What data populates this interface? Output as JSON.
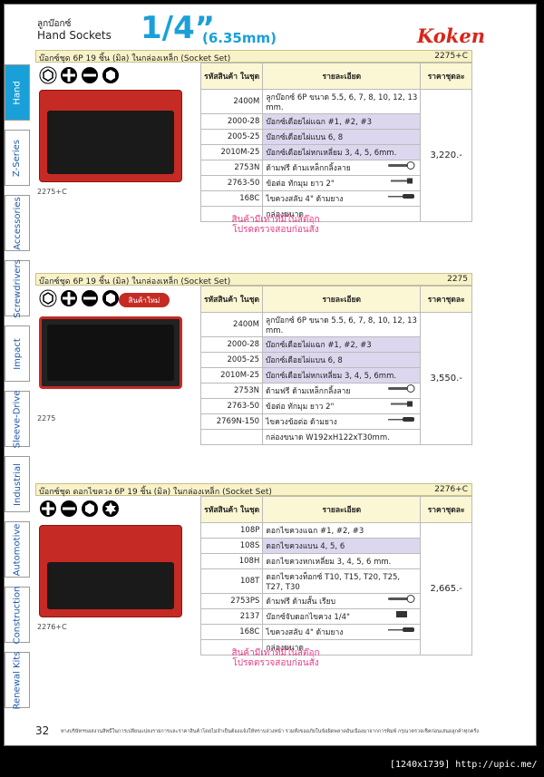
{
  "header": {
    "title_th": "ลูกบ๊อกซ์",
    "title_en": "Hand Sockets",
    "size": "1/4”",
    "size_mm": "(6.35mm)",
    "brand": "Koken"
  },
  "sidebar": {
    "tabs": [
      {
        "label": "Hand",
        "active": true
      },
      {
        "label": "Z-Series"
      },
      {
        "label": "Accessories"
      },
      {
        "label": "Screwdrivers"
      },
      {
        "label": "Impact"
      },
      {
        "label": "Sleeve-Drive"
      },
      {
        "label": "Industrial"
      },
      {
        "label": "Automotive"
      },
      {
        "label": "Construction"
      },
      {
        "label": "Renewal Kits"
      }
    ]
  },
  "table_headers": {
    "code": "รหัสสินค้า ในชุด",
    "desc": "รายละเอียด",
    "price": "ราคาชุดละ"
  },
  "sections": [
    {
      "title": "บ๊อกซ์ชุด 6P 19 ชิ้น (มิล) ในกล่องเหล็ก (Socket Set)",
      "code": "2275+C",
      "photo_label": "2275+C",
      "price": "3,220.-",
      "stock_note": [
        "สินค้ามีเท่าที่มีในสต๊อก",
        "โปรดตรวจสอบก่อนสั่ง"
      ],
      "rows": [
        {
          "code": "2400M",
          "desc": "ลูกบ๊อกซ์ 6P ขนาด 5.5, 6, 7, 8, 10, 12, 13 mm."
        },
        {
          "code": "2000-28",
          "desc": "บ๊อกซ์เดือยไผ่แฉก #1, #2, #3",
          "hl": true
        },
        {
          "code": "2005-25",
          "desc": "บ๊อกซ์เดือยไผ่แบน 6, 8",
          "hl": true
        },
        {
          "code": "2010M-25",
          "desc": "บ๊อกซ์เดือยไผ่หกเหลี่ยม 3, 4, 5, 6mm.",
          "hl": true
        },
        {
          "code": "2753N",
          "desc": "ด้ามฟรี ด้ามเหล็กกลิ้งลาย",
          "icon": "ratchet"
        },
        {
          "code": "2763-50",
          "desc": "ข้อต่อ ทักมุม ยาว 2\"",
          "icon": "extension"
        },
        {
          "code": "168C",
          "desc": "ไขควงสลับ 4\" ด้ามยาง",
          "icon": "screwdriver"
        },
        {
          "code": "",
          "desc": "กล่องขนาด"
        }
      ]
    },
    {
      "title": "บ๊อกซ์ชุด 6P 19 ชิ้น (มิล) ในกล่องเหล็ก (Socket Set)",
      "code": "2275",
      "photo_label": "2275",
      "price": "3,550.-",
      "badge": "สินค้าใหม่",
      "rows": [
        {
          "code": "2400M",
          "desc": "ลูกบ๊อกซ์ 6P ขนาด 5.5, 6, 7, 8, 10, 12, 13 mm."
        },
        {
          "code": "2000-28",
          "desc": "บ๊อกซ์เดือยไผ่แฉก #1, #2, #3",
          "hl": true
        },
        {
          "code": "2005-25",
          "desc": "บ๊อกซ์เดือยไผ่แบน 6, 8",
          "hl": true
        },
        {
          "code": "2010M-25",
          "desc": "บ๊อกซ์เดือยไผ่หกเหลี่ยม 3, 4, 5, 6mm.",
          "hl": true
        },
        {
          "code": "2753N",
          "desc": "ด้ามฟรี ด้ามเหล็กกลิ้งลาย",
          "icon": "ratchet"
        },
        {
          "code": "2763-50",
          "desc": "ข้อต่อ ทักมุม ยาว 2\"",
          "icon": "extension"
        },
        {
          "code": "2769N-150",
          "desc": "ไขควงข้อต่อ ด้ามยาง",
          "icon": "screwdriver"
        },
        {
          "code": "",
          "desc": "กล่องขนาด W192xH122xT30mm."
        }
      ]
    },
    {
      "title": "บ๊อกซ์ชุด ดอกไขควง 6P 19 ชิ้น (มิล) ในกล่องเหล็ก (Socket Set)",
      "code": "2276+C",
      "photo_label": "2276+C",
      "price": "2,665.-",
      "stock_note": [
        "สินค้ามีเท่าที่มีในสต๊อก",
        "โปรดตรวจสอบก่อนสั่ง"
      ],
      "rows": [
        {
          "code": "108P",
          "desc": "ดอกไขควงแฉก #1, #2, #3"
        },
        {
          "code": "108S",
          "desc": "ดอกไขควงแบน 4, 5, 6",
          "hl": true
        },
        {
          "code": "108H",
          "desc": "ดอกไขควงหกเหลี่ยม 3, 4, 5, 6 mm."
        },
        {
          "code": "108T",
          "desc": "ดอกไขควงท็อกซ์ T10, T15, T20, T25, T27, T30"
        },
        {
          "code": "2753PS",
          "desc": "ด้ามฟรี ด้ามสั้น เรียบ",
          "icon": "ratchet"
        },
        {
          "code": "2137",
          "desc": "บ๊อกซ์จับดอกไขควง 1/4\"",
          "icon": "adapter"
        },
        {
          "code": "168C",
          "desc": "ไขควงสลับ 4\" ด้ามยาง",
          "icon": "screwdriver"
        },
        {
          "code": "",
          "desc": "กล่องขนาด"
        }
      ]
    }
  ],
  "footer": {
    "page_number": "32",
    "disclaimer": "ทางบริษัทฯขอสงวนสิทธิ์ในการเปลี่ยนแปลงรายการและราคาสินค้าโดยไม่จำเป็นต้องแจ้งให้ทราบล่วงหน้า รวมทั้งขออภัยในข้อผิดพลาดอันเนื่องมาจากการพิมพ์ กรุณาตรวจเช็คก่อนเสนอลูกค้าทุกครั้ง"
  },
  "watermark": "[1240x1739] http://upic.me/"
}
